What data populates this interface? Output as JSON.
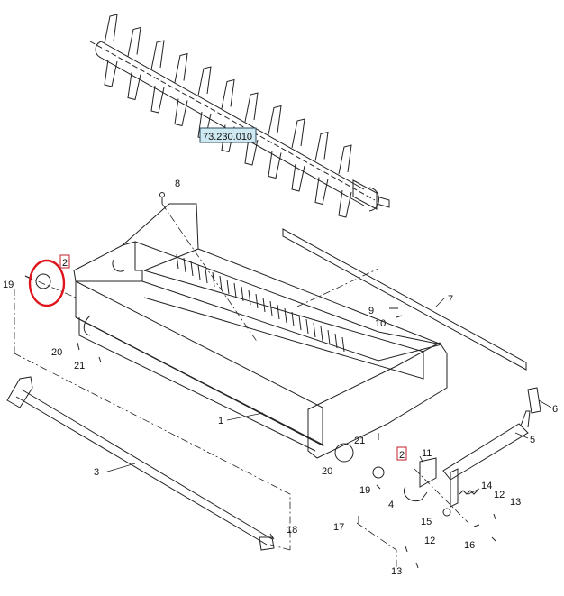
{
  "reference_label": "73.230.010",
  "part_callouts": [
    "1",
    "2",
    "2",
    "3",
    "4",
    "5",
    "6",
    "7",
    "8",
    "9",
    "10",
    "11",
    "12",
    "12",
    "13",
    "13",
    "14",
    "15",
    "16",
    "17",
    "18",
    "19",
    "19",
    "20",
    "20",
    "21",
    "21"
  ],
  "colors": {
    "line": "#222222",
    "highlight_circle": "#e0141b",
    "box_outline": "#c0202a",
    "ref_fill": "#cfe9f2",
    "ref_stroke": "#2a4a5a"
  }
}
